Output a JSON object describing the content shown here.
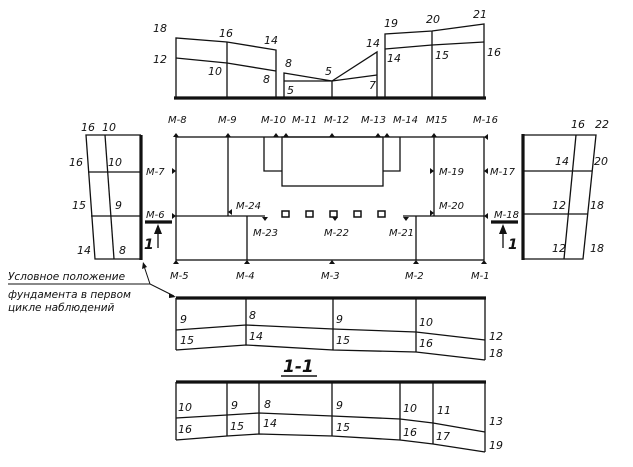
{
  "top_profile": {
    "left": [
      "18",
      "16",
      "14",
      "12",
      "10",
      "8"
    ],
    "middle": [
      "8",
      "5",
      "14",
      "5",
      "7"
    ],
    "right": [
      "19",
      "20",
      "21",
      "14",
      "15",
      "16"
    ]
  },
  "markers": {
    "m1": "M-1",
    "m2": "M-2",
    "m3": "M-3",
    "m4": "M-4",
    "m5": "M-5",
    "m6": "M-6",
    "m7": "M-7",
    "m8": "M-8",
    "m9": "M-9",
    "m10": "M-10",
    "m11": "M-11",
    "m12": "M-12",
    "m13": "M-13",
    "m14": "M-14",
    "m15": "M15",
    "m16": "M-16",
    "m17": "M-17",
    "m18": "M-18",
    "m19": "M-19",
    "m20": "M-20",
    "m21": "M-21",
    "m22": "M-22",
    "m23": "M-23",
    "m24": "M-24"
  },
  "left_profile": [
    "16",
    "10",
    "16",
    "10",
    "15",
    "9",
    "14",
    "8"
  ],
  "right_profile": [
    "16",
    "22",
    "14",
    "20",
    "12",
    "18",
    "12",
    "18"
  ],
  "cut_labels": [
    "1",
    "1"
  ],
  "annotation": [
    "Условное положение",
    "фундамента в первом",
    "цикле наблюдений"
  ],
  "section_title": "1-1",
  "section_upper": [
    "9",
    "8",
    "9",
    "10",
    "15",
    "14",
    "15",
    "16",
    "12",
    "18"
  ],
  "section_lower": [
    "10",
    "9",
    "8",
    "9",
    "10",
    "11",
    "16",
    "15",
    "14",
    "15",
    "16",
    "17",
    "13",
    "19"
  ]
}
